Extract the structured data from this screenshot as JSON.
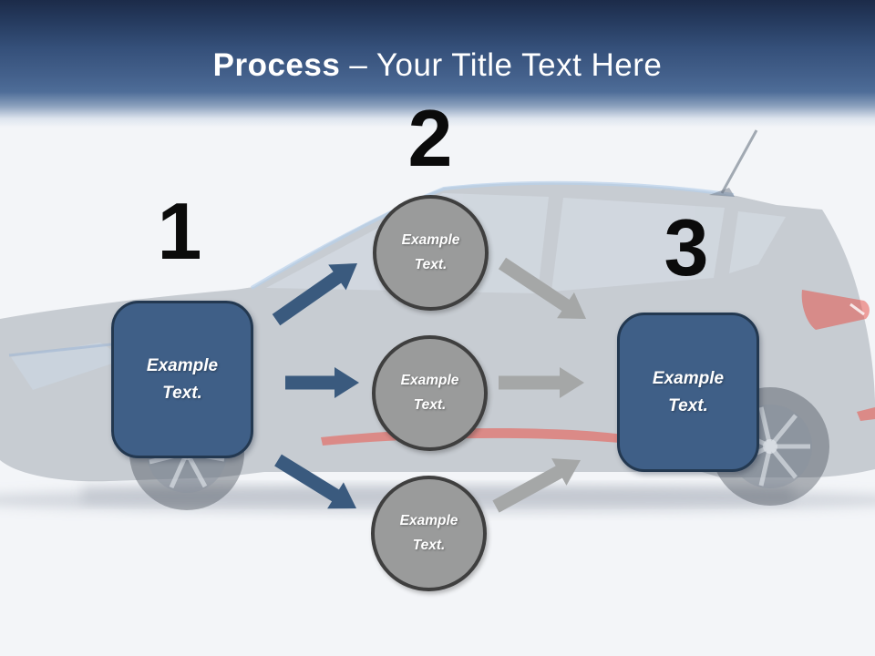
{
  "header": {
    "title_bold": "Process",
    "title_rest": "– Your Title Text Here"
  },
  "diagram": {
    "step1": {
      "number": "1",
      "label": "Example Text."
    },
    "step2": {
      "number": "2",
      "circles": [
        {
          "label": "Example Text."
        },
        {
          "label": "Example Text."
        },
        {
          "label": "Example Text."
        }
      ]
    },
    "step3": {
      "number": "3",
      "label": "Example Text."
    }
  },
  "colors": {
    "header_gradient_top": "#1c2b49",
    "header_gradient_mid": "#44618c",
    "box_fill": "#3f5f87",
    "box_border": "#233850",
    "circle_fill": "#9a9b9b",
    "circle_border": "#3f3f3f",
    "arrow_blue": "#3a5a7e",
    "arrow_gray": "#a5a7a7",
    "number_color": "#0b0b0b",
    "title_color": "#ffffff",
    "background": "#f3f5f8"
  }
}
